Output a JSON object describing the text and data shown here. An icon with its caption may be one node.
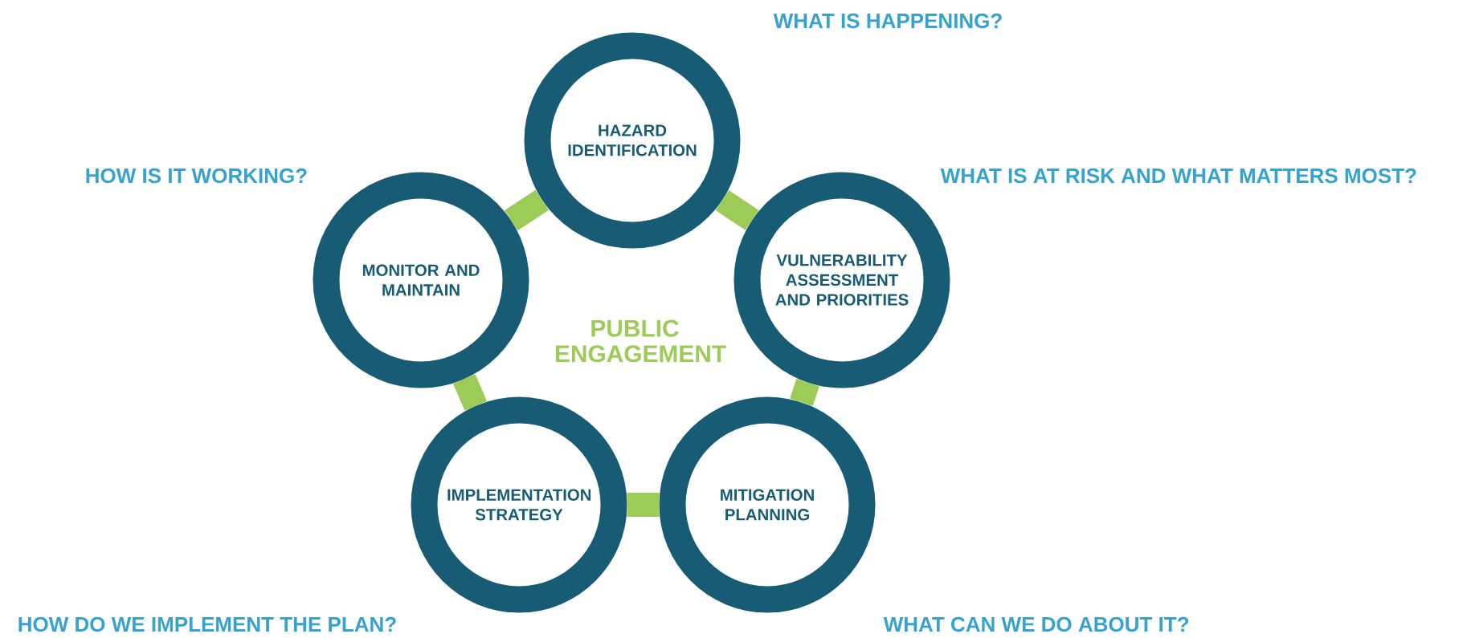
{
  "diagram": {
    "nodes": [
      {
        "text": [
          "HAZARD IDENTIFICATION"
        ],
        "beside": [
          "WHAT IS HAPPENING?"
        ]
      },
      {
        "text": [
          "MONITOR AND MAINTAIN"
        ],
        "beside": [
          "HOW IS IT WORKING?"
        ]
      },
      {
        "text": [
          "VULNERABILITY ASSESSMENT AND PRIORITIES"
        ],
        "beside": [
          "WHAT IS AT RISK AND WHAT MATTERS MOST?"
        ]
      },
      {
        "text": [
          "IMPLEMENTATION STRATEGY"
        ],
        "beside": [
          "HOW DO WE IMPLEMENT THE PLAN?"
        ]
      },
      {
        "text": [
          "MITIGATION PLANNING"
        ],
        "beside": [
          "WHAT CAN WE DO ABOUT IT?"
        ]
      }
    ],
    "edges": [
      {
        "from": 0,
        "to": 2,
        "arrow": "none"
      },
      {
        "from": 2,
        "to": 4,
        "arrow": "none"
      },
      {
        "from": 4,
        "to": 3,
        "arrow": "none"
      },
      {
        "from": 3,
        "to": 1,
        "arrow": "none"
      },
      {
        "from": 1,
        "to": 0,
        "arrow": "none"
      }
    ],
    "labels": [
      "PUBLIC ENGAGEMENT"
    ]
  }
}
